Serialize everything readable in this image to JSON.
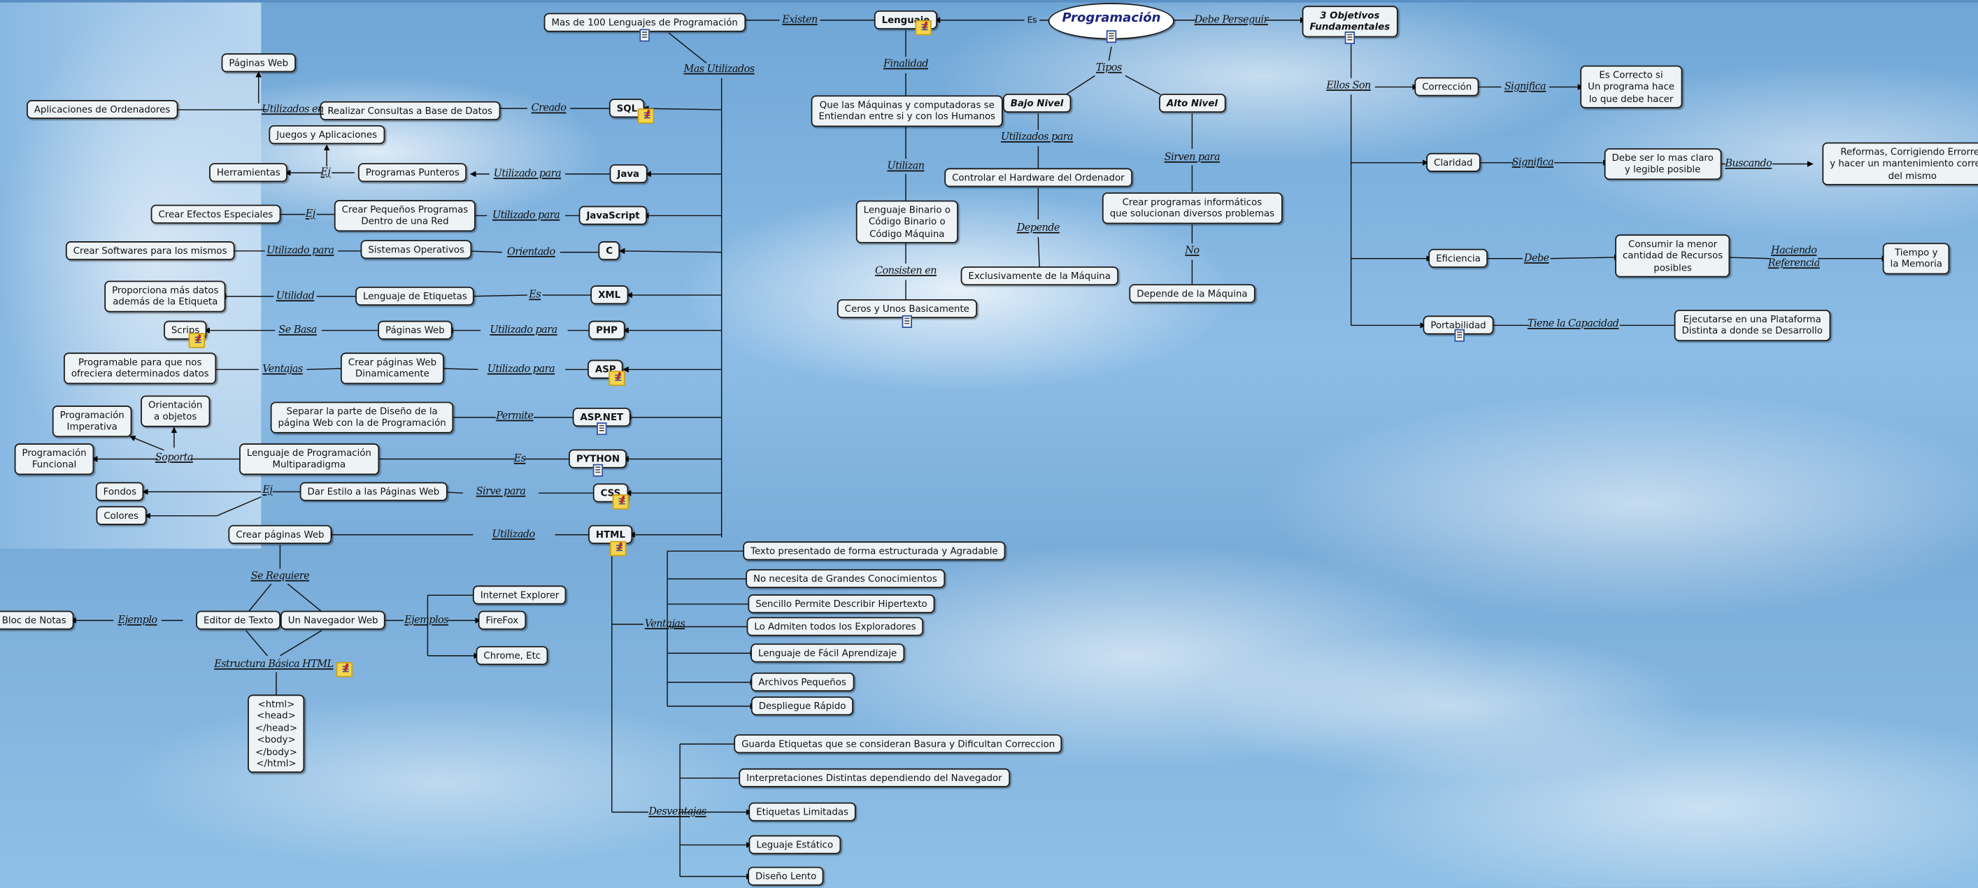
{
  "concepts": {
    "programacion": "Programación",
    "lenguaje": "Lenguaje",
    "objetivos": "3 Objetivos\nFundamentales",
    "mas100": "Mas de 100 Lenguajes de Programación",
    "que_maquinas": "Que las Máquinas y computadoras se\nEntiendan entre si y con los Humanos",
    "binario": "Lenguaje Binario o\nCódigo Binario o\nCódigo Máquina",
    "ceros": "Ceros y Unos Basicamente",
    "bajo_nivel": "Bajo Nivel",
    "alto_nivel": "Alto Nivel",
    "hardware": "Controlar el Hardware del Ordenador",
    "exclusivamente": "Exclusivamente de la Máquina",
    "crear_programas": "Crear programas informáticos\nque solucionan diversos problemas",
    "depende_maquina": "Depende de la Máquina",
    "correccion": "Corrección",
    "es_correcto": "Es Correcto si\nUn programa hace\nlo que debe hacer",
    "claridad": "Claridad",
    "debe_ser_claro": "Debe ser lo mas claro\ny legible posible",
    "reformas": "Reformas, Corrigiendo Errorres\ny hacer un mantenimiento correcto\ndel mismo",
    "eficiencia": "Eficiencia",
    "consumir": "Consumir la menor\ncantidad de Recursos\nposibles",
    "tiempo": "Tiempo y\nla Memoria",
    "portabilidad": "Portabilidad",
    "ejecutarse": "Ejecutarse en una Plataforma\nDistinta a donde se Desarrollo",
    "sql": "SQL",
    "java": "Java",
    "javascript": "JavaScript",
    "c": "C",
    "xml": "XML",
    "php": "PHP",
    "asp": "ASP",
    "aspnet": "ASP.NET",
    "python": "PYTHON",
    "css": "CSS",
    "html": "HTML",
    "realizar_consultas": "Realizar Consultas a Base de Datos",
    "aplicaciones_ordenadores": "Aplicaciones de Ordenadores",
    "paginas_web_sql": "Páginas Web",
    "programas_punteros": "Programas Punteros",
    "herramientas": "Herramientas",
    "juegos": "Juegos y Aplicaciones",
    "pequenos_programas": "Crear Pequeños Programas\nDentro de una Red",
    "efectos": "Crear Efectos Especiales",
    "sistemas_operativos": "Sistemas Operativos",
    "crear_softwares": "Crear Softwares para los mismos",
    "lenguaje_etiquetas": "Lenguaje de Etiquetas",
    "proporciona": "Proporciona más datos\nademás de la Etiqueta",
    "paginas_web_php": "Páginas Web",
    "scrips": "Scrips",
    "paginas_dinamicas": "Crear páginas Web\nDinamicamente",
    "programable": "Programable para que nos\nofreciera determinados datos",
    "separar": "Separar la parte de Diseño de la\npágina Web con la de Programación",
    "multiparadigma": "Lenguaje de Programación\nMultiparadigma",
    "funcional": "Programación\nFuncional",
    "imperativa": "Programación\nImperativa",
    "objetos": "Orientación\na objetos",
    "dar_estilo": "Dar Estilo a las Páginas Web",
    "fondos": "Fondos",
    "colores": "Colores",
    "crear_paginas_html": "Crear páginas Web",
    "editor": "Editor de Texto",
    "navegador": "Un Navegador Web",
    "bloc": "Bloc de Notas",
    "ie": "Internet Explorer",
    "firefox": "FireFox",
    "chrome": "Chrome, Etc",
    "codigo": "<html>\n<head>\n</head>\n<body>\n</body>\n</html>",
    "v1": "Texto presentado de forma estructurada y Agradable",
    "v2": "No necesita de Grandes Conocimientos",
    "v3": "Sencillo Permite Describir Hipertexto",
    "v4": "Lo Admiten todos los Exploradores",
    "v5": "Lenguaje de Fácil Aprendizaje",
    "v6": "Archivos Pequeños",
    "v7": "Despliegue Rápido",
    "d1": "Guarda Etiquetas que se consideran Basura y Dificultan Correccion",
    "d2": "Interpretaciones Distintas dependiendo del Navegador",
    "d3": "Etiquetas Limitadas",
    "d4": "Leguaje Estático",
    "d5": "Diseño Lento"
  },
  "links": {
    "es": "Es",
    "existen": "Existen",
    "debe_perseguir": "Debe Perseguir",
    "finalidad": "Finalidad",
    "utilizan": "Utilizan",
    "consisten_en": "Consisten en",
    "tipos": "Tipos",
    "utilizados_para": "Utilizados para",
    "depende": "Depende",
    "sirven_para": "Sirven para",
    "no": "No",
    "ellos_son": "Ellos Son",
    "significa_1": "Significa",
    "significa_2": "Significa",
    "buscando": "Buscando",
    "debe": "Debe",
    "haciendo_referencia": "Haciendo\nReferencia",
    "tiene_capacidad": "Tiene la Capacidad",
    "mas_utilizados": "Mas Utilizados",
    "creado": "Creado",
    "utilizados_en": "Utilizados en",
    "java_utilizado_para": "Utilizado para",
    "java_ej": "Ej",
    "js_utilizado_para": "Utilizado para",
    "js_ej": "Ej",
    "orientado": "Orientado",
    "c_utilizado_para": "Utilizado para",
    "xml_es": "Es",
    "utilidad": "Utilidad",
    "php_utilizado_para": "Utilizado para",
    "se_basa": "Se Basa",
    "asp_utilizado_para": "Utilizado para",
    "ventajas_asp": "Ventajas",
    "permite": "Permite",
    "python_es": "Es",
    "soporta": "Soporta",
    "sirve_para": "Sirve para",
    "css_ej": "Ej",
    "utilizado": "Utilizado",
    "se_requiere": "Se Requiere",
    "ejemplo": "Ejemplo",
    "ejemplos": "Ejemplos",
    "estructura": "Estructura Básica HTML",
    "ventajas": "Ventajas",
    "desventajas": "Desventajas"
  }
}
